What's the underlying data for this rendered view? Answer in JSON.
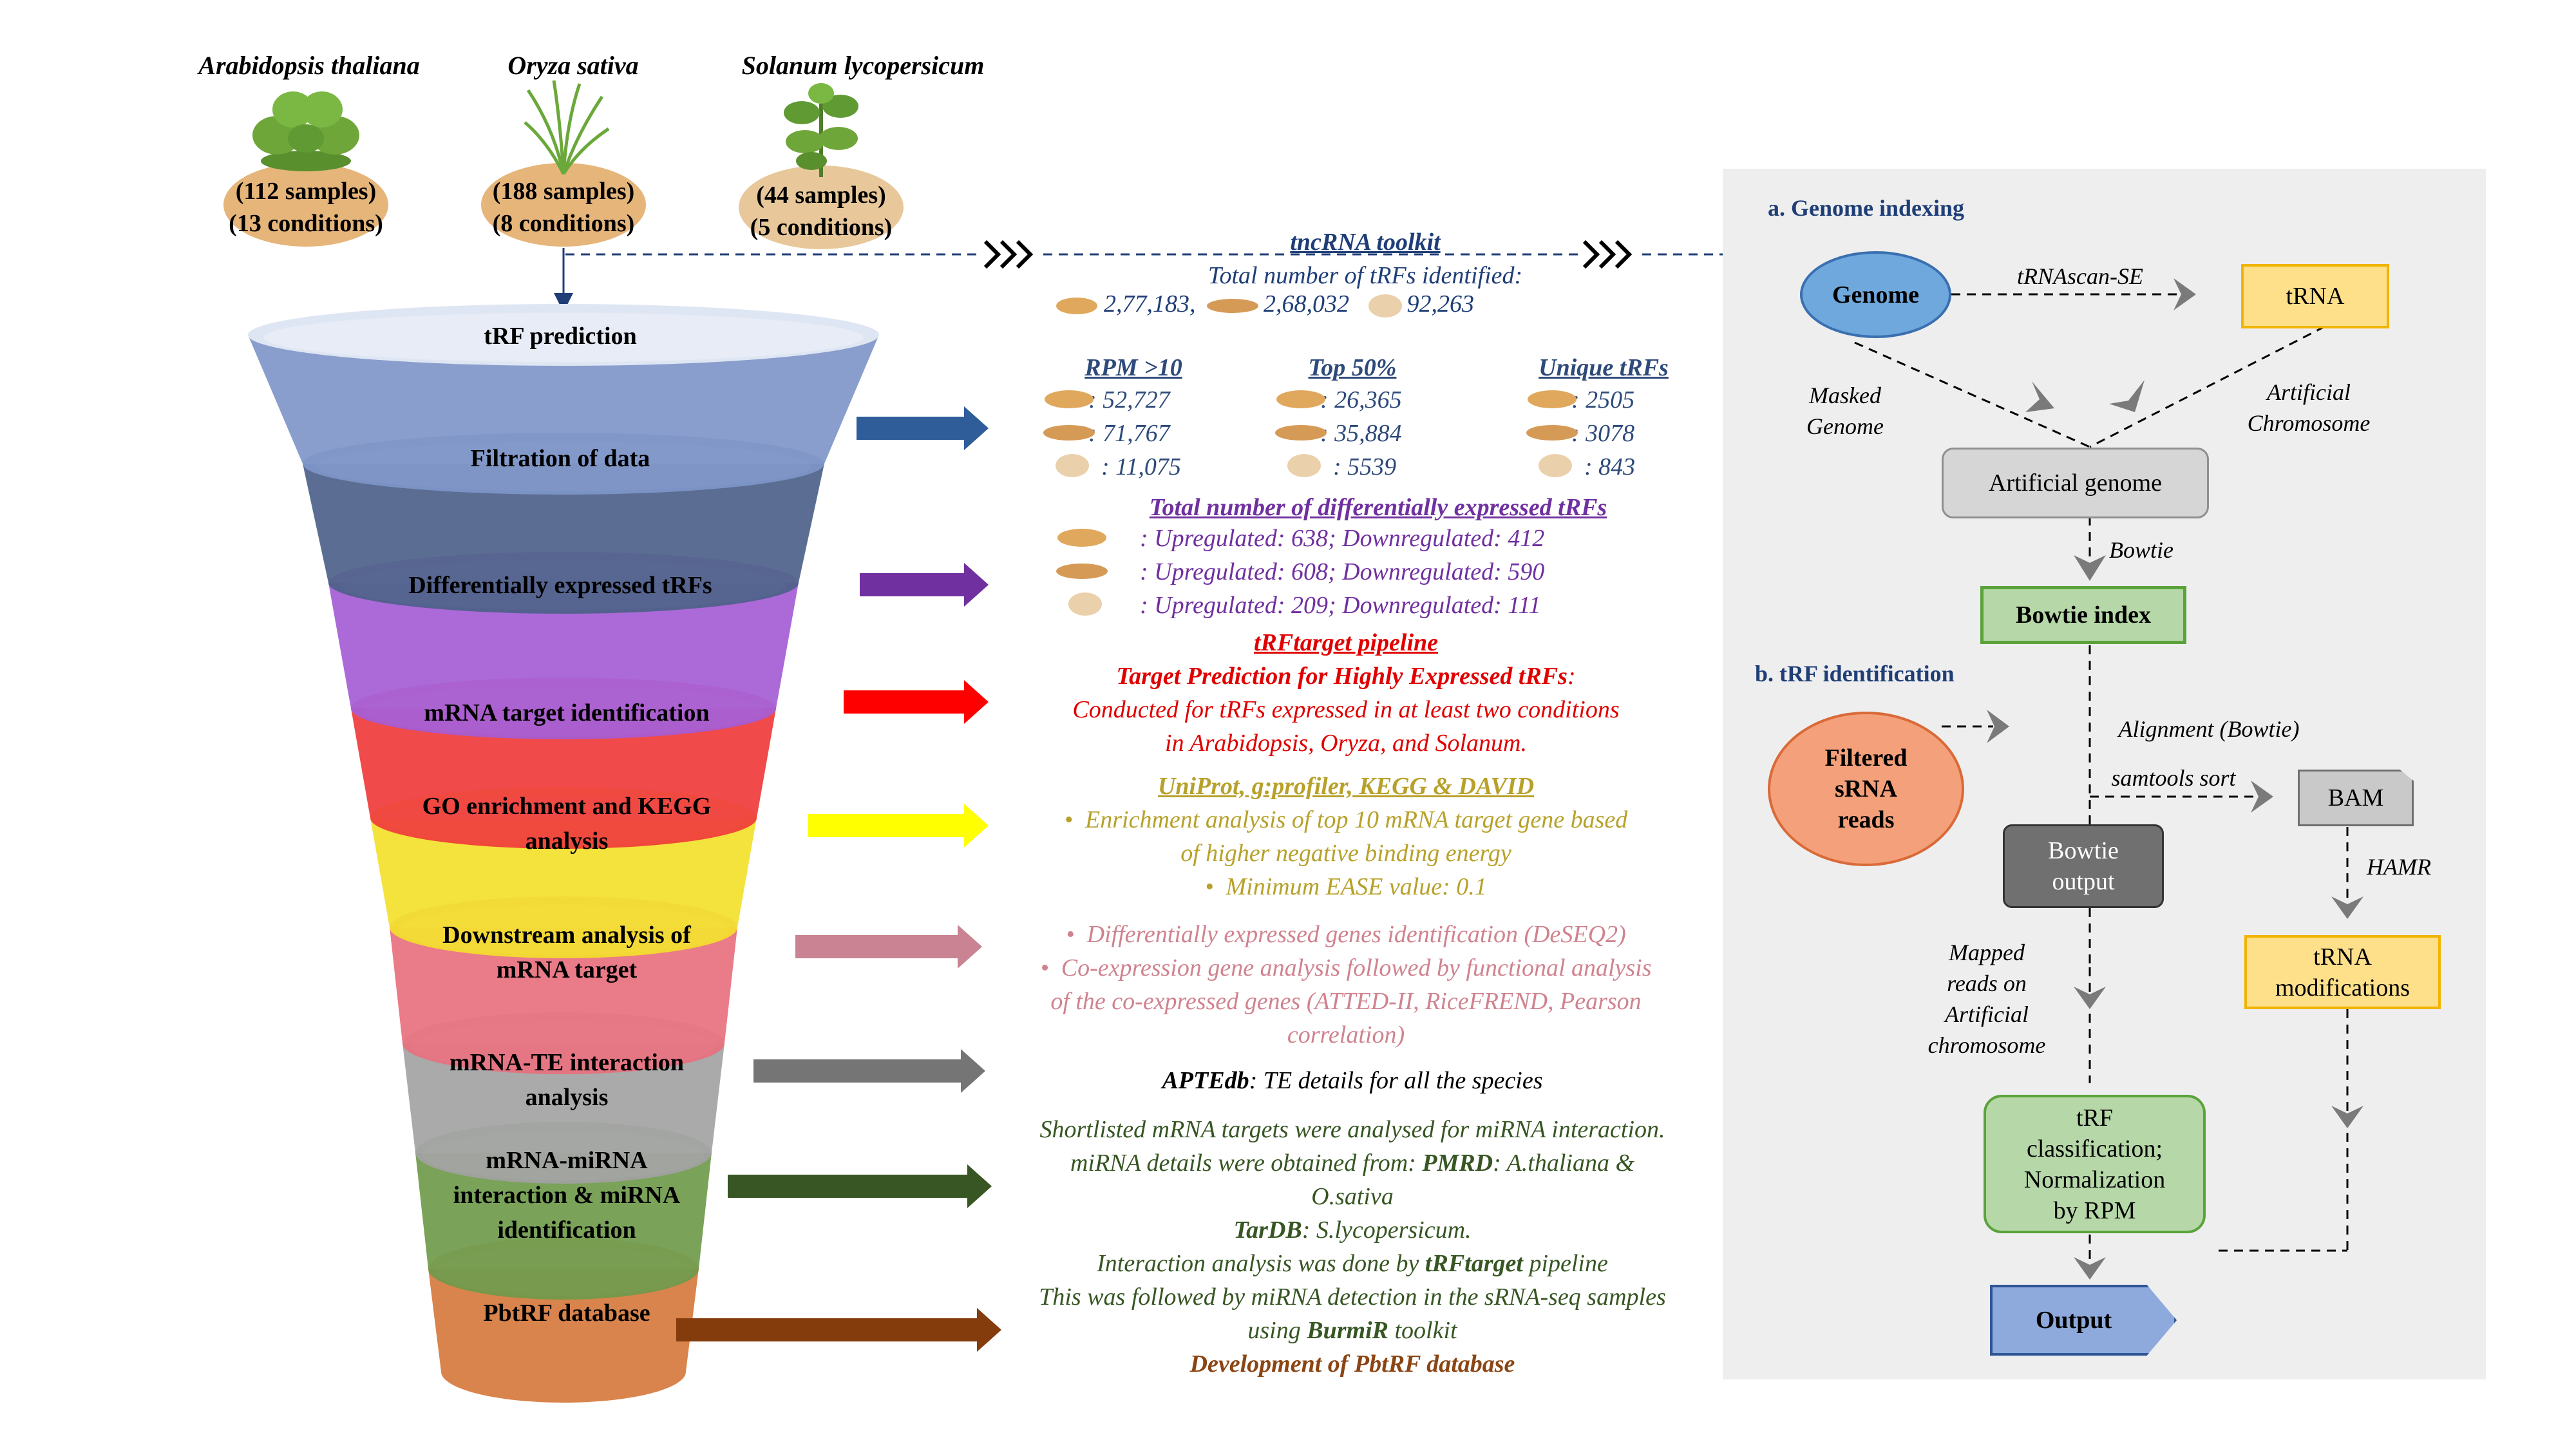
{
  "species": [
    {
      "name": "Arabidopsis thaliana",
      "samples": "(112 samples)",
      "conditions": "(13 conditions)",
      "icon": "arabidopsis-plant-icon"
    },
    {
      "name": "Oryza sativa",
      "samples": "(188 samples)",
      "conditions": "(8 conditions)",
      "icon": "rice-plant-icon"
    },
    {
      "name": "Solanum lycopersicum",
      "samples": "(44 samples)",
      "conditions": "(5 conditions)",
      "icon": "tomato-plant-icon"
    }
  ],
  "funnel": [
    {
      "label": "tRF prediction",
      "color": "#7f96c9"
    },
    {
      "label": "Filtration of data",
      "color": "#4d6189"
    },
    {
      "label": "Differentially expressed tRFs",
      "color": "#a55dd6"
    },
    {
      "label": "mRNA target identification",
      "color": "#ef3b3b"
    },
    {
      "label": "GO enrichment and KEGG analysis",
      "color": "#f3df2d"
    },
    {
      "label": "Downstream analysis of mRNA target",
      "color": "#e8707e"
    },
    {
      "label": "mRNA-TE interaction analysis",
      "color": "#a3a3a3"
    },
    {
      "label": "mRNA-miRNA interaction & miRNA identification",
      "color": "#6f9a4b"
    },
    {
      "label": "PbtRF database",
      "color": "#d67a3d"
    }
  ],
  "tncrna": {
    "title": "tncRNA toolkit",
    "subtitle": "Total number of tRFs identified:",
    "counts": [
      "2,77,183,",
      "2,68,032",
      "92,263"
    ]
  },
  "filtration": {
    "columns": [
      {
        "header": "RPM >10",
        "values": [
          ": 52,727",
          ": 71,767",
          ": 11,075"
        ]
      },
      {
        "header": "Top 50%",
        "values": [
          ": 26,365",
          ": 35,884",
          ": 5539"
        ]
      },
      {
        "header": "Unique tRFs",
        "values": [
          ": 2505",
          ": 3078",
          ": 843"
        ]
      }
    ]
  },
  "de": {
    "title": "Total number of differentially expressed tRFs",
    "lines": [
      ": Upregulated: 638; Downregulated: 412",
      ": Upregulated: 608; Downregulated: 590",
      ": Upregulated: 209; Downregulated: 111"
    ]
  },
  "target": {
    "title": "tRFtarget pipeline",
    "sub_lead": "Target Prediction for Highly Expressed tRFs",
    "sub_tail": ":",
    "line1": "Conducted for tRFs expressed in at least two conditions",
    "line2": "in Arabidopsis, Oryza, and Solanum."
  },
  "go": {
    "title": "UniProt, g:profiler, KEGG & DAVID",
    "bullet1a": "Enrichment analysis of top 10 mRNA target gene based",
    "bullet1b": "of higher negative binding energy",
    "bullet2": "Minimum EASE value: 0.1"
  },
  "downstream": {
    "bullet1": "Differentially expressed genes identification (DeSEQ2)",
    "bullet2a": "Co-expression gene analysis followed by functional analysis",
    "bullet2b": "of the co-expressed genes (ATTED-II, RiceFREND, Pearson",
    "bullet2c": "correlation)"
  },
  "te": {
    "lead": "APTEdb",
    "tail": ": TE details for all the species"
  },
  "mirna": {
    "line1": "Shortlisted mRNA targets were analysed for miRNA interaction.",
    "line2_pre": "miRNA details were obtained from: ",
    "line2_b": "PMRD",
    "line2_post": ": A.thaliana &",
    "line3": "O.sativa",
    "line4_b": "TarDB",
    "line4_post": ": S.lycopersicum.",
    "line5_pre": "Interaction analysis was done by ",
    "line5_b": "tRFtarget",
    "line5_post": " pipeline",
    "line6": "This was followed by miRNA detection in the sRNA-seq samples",
    "line7_pre": "using ",
    "line7_b": "BurmiR",
    "line7_post": " toolkit"
  },
  "db": {
    "title": "Development of PbtRF database"
  },
  "right": {
    "section_a": "a. Genome indexing",
    "section_b": "b. tRF identification",
    "genome": "Genome",
    "trna_scan": "tRNAscan-SE",
    "trna": "tRNA",
    "masked_1": "Masked",
    "masked_2": "Genome",
    "artificial_1": "Artificial",
    "artificial_2": "Chromosome",
    "artificial_genome": "Artificial genome",
    "bowtie": "Bowtie",
    "bowtie_index": "Bowtie index",
    "filtered_1": "Filtered",
    "filtered_2": "sRNA",
    "filtered_3": "reads",
    "alignment": "Alignment (Bowtie)",
    "samtools": "samtools sort",
    "bam": "BAM",
    "bowtie_output_1": "Bowtie",
    "bowtie_output_2": "output",
    "hamr": "HAMR",
    "mapped_1": "Mapped",
    "mapped_2": "reads on",
    "mapped_3": "Artificial",
    "mapped_4": "chromosome",
    "trna_mod_1": "tRNA",
    "trna_mod_2": "modifications",
    "trf_1": "tRF",
    "trf_2": "classification;",
    "trf_3": "Normalization",
    "trf_4": "by RPM",
    "output": "Output"
  },
  "colors": {
    "tncrna": "#1f3e77",
    "filtration": "#2e4a7a",
    "de": "#7030a0",
    "target": "#e00000",
    "go": "#b7a12a",
    "downstream": "#d0838f",
    "mirna": "#375623",
    "db": "#8b4513"
  }
}
